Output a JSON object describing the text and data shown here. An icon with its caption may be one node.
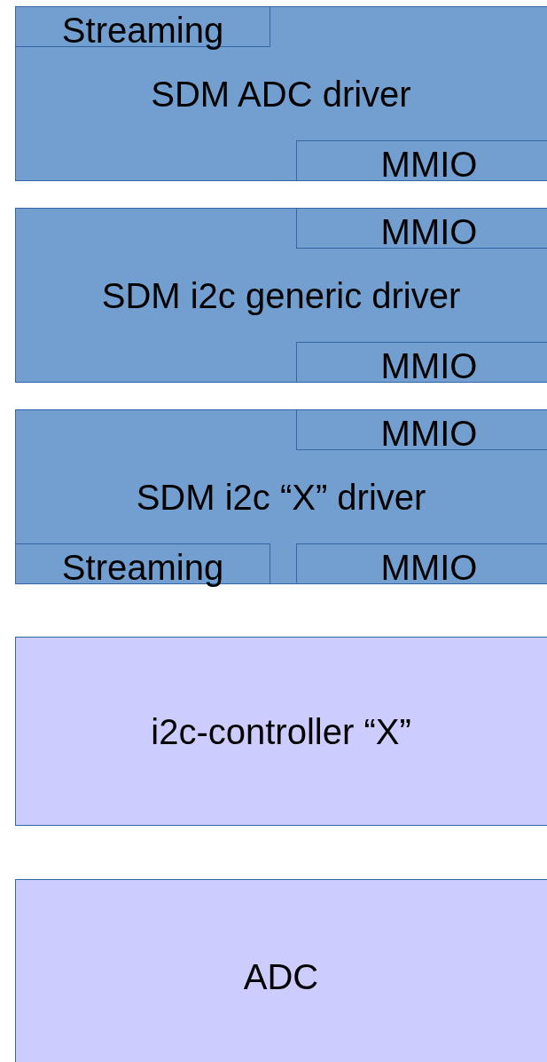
{
  "diagram": {
    "nodes": [
      {
        "text": [
          "SDM ADC driver"
        ]
      },
      {
        "text": [
          "Streaming"
        ],
        "in": 0
      },
      {
        "text": [
          "MMIO"
        ],
        "in": 0
      },
      {
        "text": [
          "SDM i2c generic driver"
        ]
      },
      {
        "text": [
          "MMIO"
        ],
        "in": 3
      },
      {
        "text": [
          "MMIO"
        ],
        "in": 3
      },
      {
        "text": [
          "SDM i2c “X” driver"
        ]
      },
      {
        "text": [
          "MMIO"
        ],
        "in": 6
      },
      {
        "text": [
          "Streaming"
        ],
        "in": 6
      },
      {
        "text": [
          "MMIO"
        ],
        "in": 6
      },
      {
        "text": [
          "i2c-controller “X”"
        ]
      },
      {
        "text": [
          "ADC"
        ]
      }
    ]
  }
}
